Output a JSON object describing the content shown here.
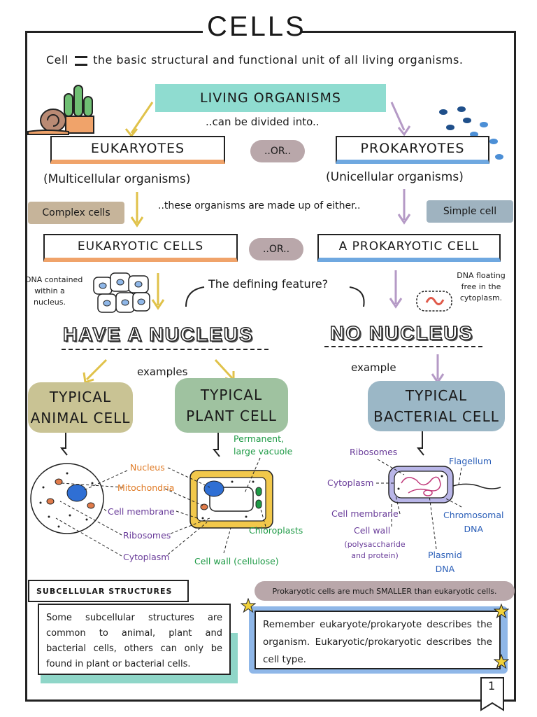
{
  "title": "CELLS",
  "definition": {
    "left": "Cell",
    "right": "the basic structural and functional unit of all living organisms."
  },
  "living_organisms": "LIVING ORGANISMS",
  "divided_into": "..can be divided into..",
  "eukaryotes": "EUKARYOTES",
  "prokaryotes": "PROKARYOTES",
  "or1": "..OR..",
  "or2": "..OR..",
  "multicellular": "(Multicellular organisms)",
  "unicellular": "(Unicellular organisms)",
  "complex_cells": "Complex cells",
  "simple_cell": "Simple cell",
  "made_up_of": "..these organisms are made up of either..",
  "eukaryotic_cells": "EUKARYOTIC CELLS",
  "prokaryotic_cell": "A PROKARYOTIC CELL",
  "dna_contained": [
    "DNA contained",
    "within a",
    "nucleus."
  ],
  "dna_floating": [
    "DNA floating",
    "free in the",
    "cytoplasm."
  ],
  "defining_feature": "The defining feature?",
  "have_nucleus": "HAVE A NUCLEUS",
  "no_nucleus": "NO NUCLEUS",
  "examples": "examples",
  "example": "example",
  "animal_cell": [
    "TYPICAL",
    "ANIMAL CELL"
  ],
  "plant_cell": [
    "TYPICAL",
    "PLANT CELL"
  ],
  "bacterial_cell": [
    "TYPICAL",
    "BACTERIAL CELL"
  ],
  "labels": {
    "nucleus": "Nucleus",
    "mitochondria": "Mitochondria",
    "cell_membrane": "Cell membrane",
    "ribosomes": "Ribosomes",
    "cytoplasm": "Cytoplasm",
    "vacuole": [
      "Permanent,",
      "large vacuole"
    ],
    "chloroplasts": "Chloroplasts",
    "cell_wall_cellulose": "Cell wall (cellulose)",
    "b_ribosomes": "Ribosomes",
    "b_cytoplasm": "Cytoplasm",
    "b_cell_membrane": "Cell membrane",
    "b_cell_wall": "Cell wall",
    "b_cell_wall_note": [
      "(polysaccharide",
      "and protein)"
    ],
    "flagellum": "Flagellum",
    "chromosomal_dna": [
      "Chromosomal",
      "DNA"
    ],
    "plasmid_dna": [
      "Plasmid",
      "DNA"
    ]
  },
  "subcellular": {
    "heading": "SUBCELLULAR STRUCTURES",
    "text": "Some subcellular structures are common to animal, plant and bacterial cells, others can only be found in plant or bacterial cells."
  },
  "smaller_note": "Prokaryotic cells are much SMALLER than eukaryotic cells.",
  "remember": "Remember eukaryote/prokaryote describes the organism. Eukaryotic/prokaryotic describes the cell type.",
  "page_number": "1",
  "colors": {
    "orange": "#f0a36a",
    "teal": "#8fdcd0",
    "blue": "#6fa8e0",
    "mauve": "#b9a7aa",
    "tan": "#c6b49a",
    "greyblue": "#9fb3c0",
    "olive": "#c9c394",
    "sage": "#9fc2a0",
    "steel": "#9bb7c6"
  }
}
